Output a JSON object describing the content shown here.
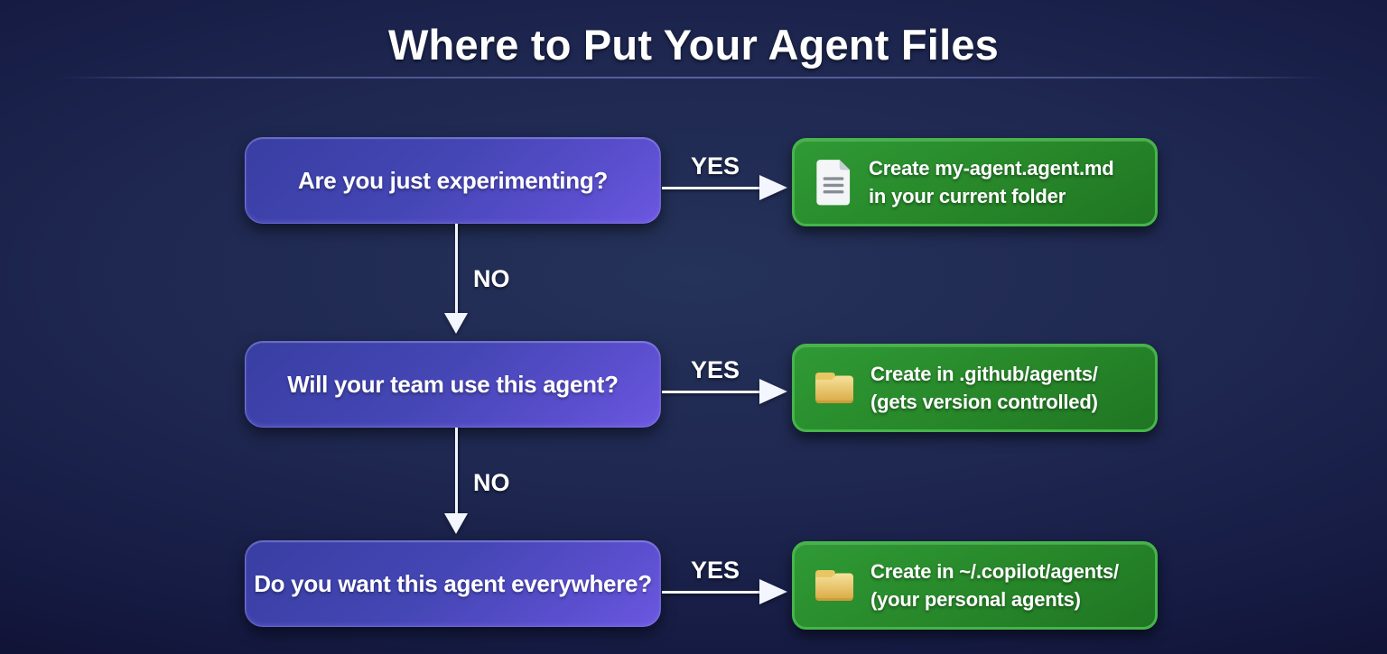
{
  "title": "Where to Put Your Agent Files",
  "colors": {
    "background_center": "#253259",
    "background_edge": "#080919",
    "question_box_gradient_start": "#383ea2",
    "question_box_gradient_end": "#6b58e0",
    "answer_box_fill": "#278729",
    "answer_box_border": "#46b44a",
    "arrow": "#f4f6ff",
    "text": "#ffffff"
  },
  "flow": {
    "yes_label": "YES",
    "no_label": "NO",
    "rows": [
      {
        "question": "Are you just experimenting?",
        "icon": "document-icon",
        "answer_line1": "Create my-agent.agent.md",
        "answer_line2": "in your current folder"
      },
      {
        "question": "Will your team use this agent?",
        "icon": "folder-icon",
        "answer_line1": "Create in .github/agents/",
        "answer_line2": "(gets version controlled)"
      },
      {
        "question": "Do you want this agent everywhere?",
        "icon": "folder-icon",
        "answer_line1": "Create in ~/.copilot/agents/",
        "answer_line2": "(your personal agents)"
      }
    ]
  }
}
